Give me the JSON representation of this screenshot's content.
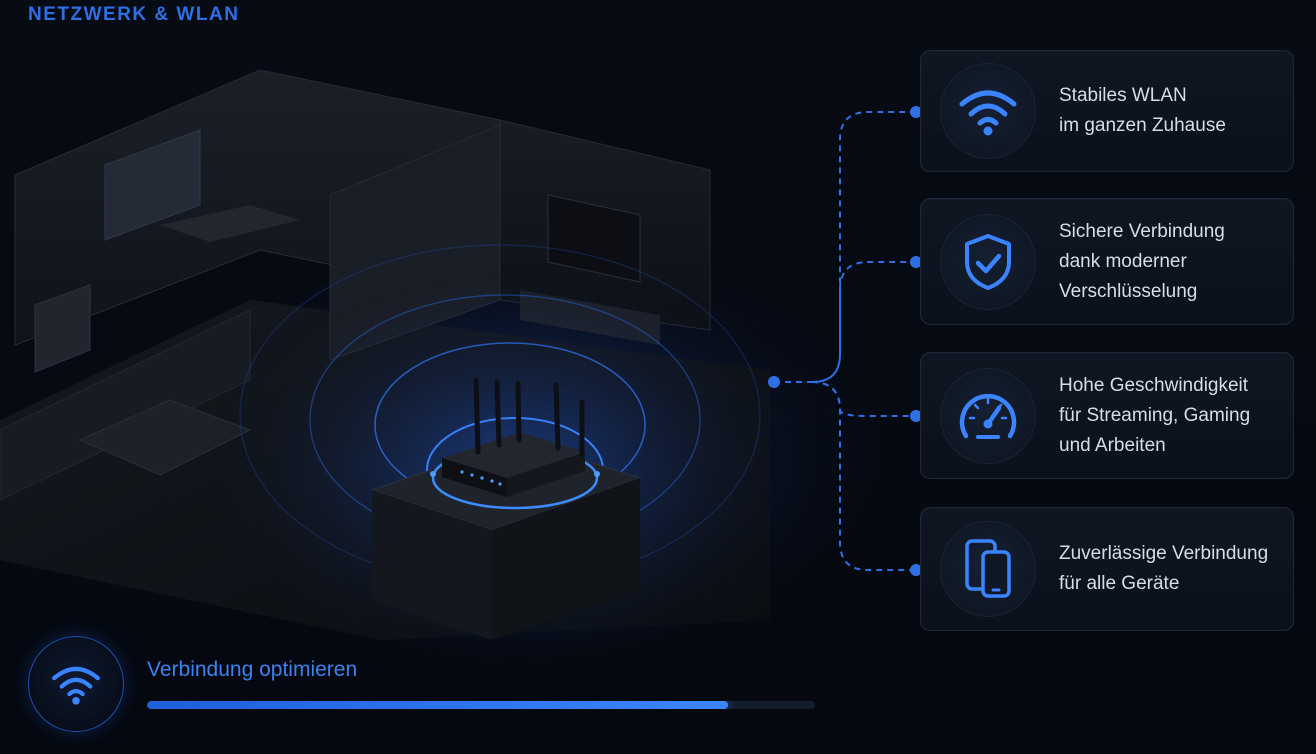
{
  "header": {
    "title": "NETZWERK & WLAN"
  },
  "features": [
    {
      "icon": "wifi-icon",
      "lines": [
        "Stabiles WLAN",
        "im ganzen Zuhause"
      ]
    },
    {
      "icon": "shield-check-icon",
      "lines": [
        "Sichere Verbindung",
        "dank moderner",
        "Verschlüsselung"
      ]
    },
    {
      "icon": "speedometer-icon",
      "lines": [
        "Hohe Geschwindigkeit",
        "für Streaming, Gaming",
        "und Arbeiten"
      ]
    },
    {
      "icon": "devices-icon",
      "lines": [
        "Zuverlässige Verbindung",
        "für alle Geräte"
      ]
    }
  ],
  "status": {
    "icon": "wifi-icon",
    "label": "Verbindung optimieren",
    "progress_percent": 87
  },
  "colors": {
    "accent": "#2f6fe6",
    "text": "#d7dde7",
    "background": "#05080f"
  }
}
